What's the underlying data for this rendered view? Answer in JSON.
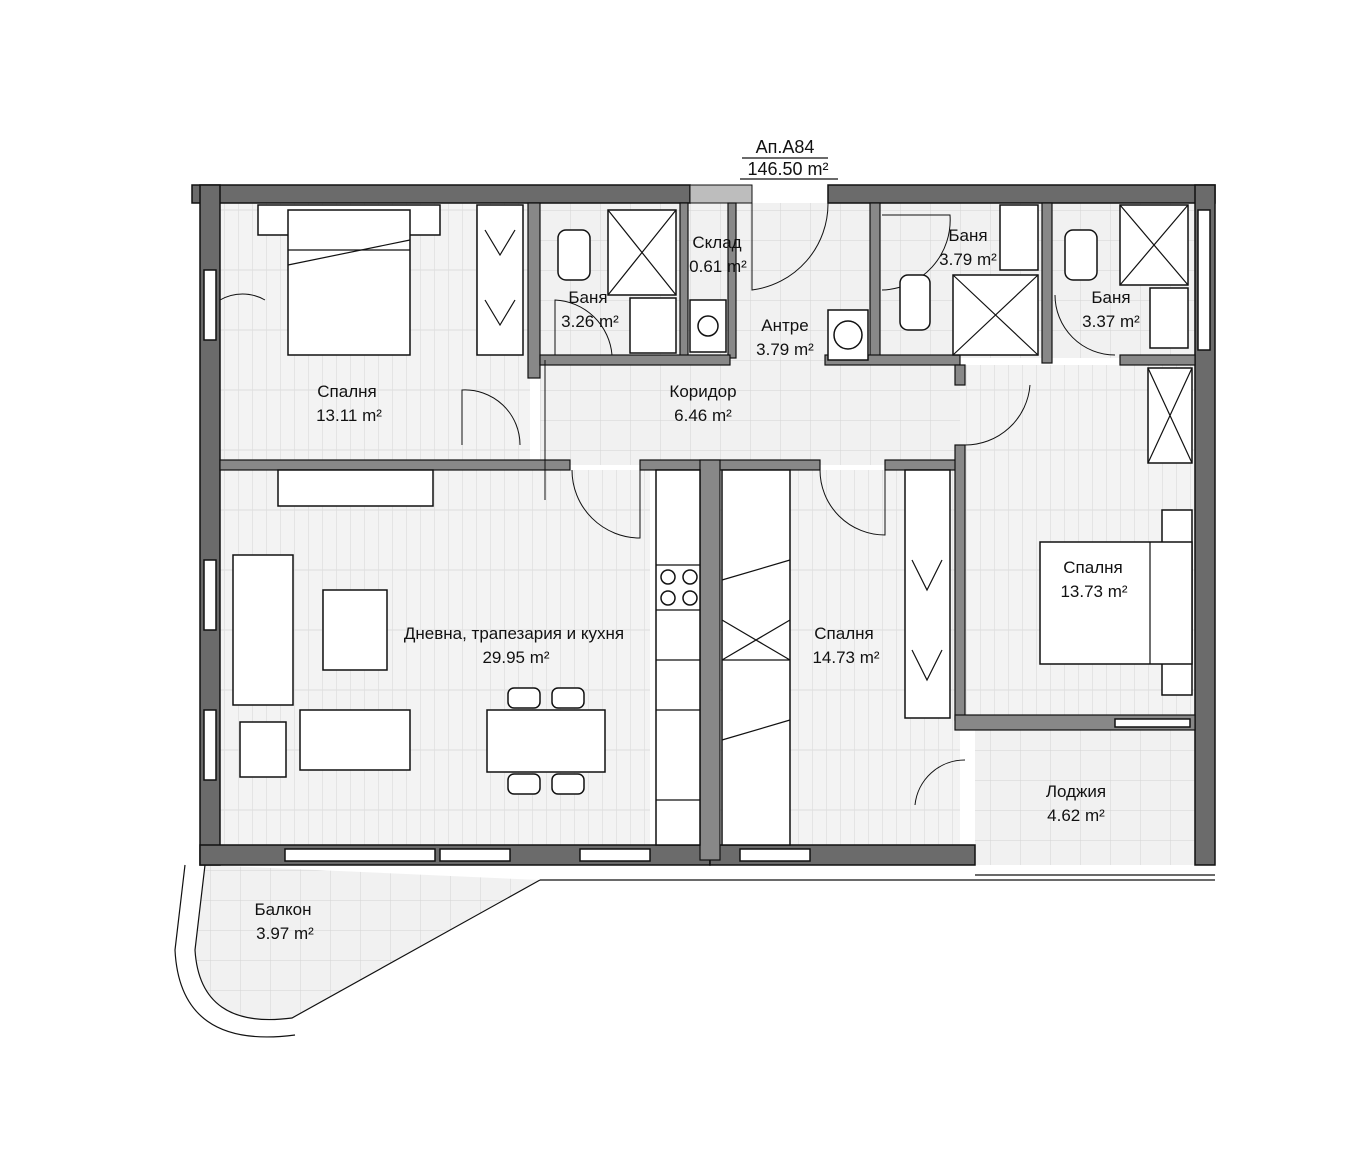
{
  "apartment": {
    "name": "Ап.А84",
    "total_area": "146.50 m²"
  },
  "rooms": [
    {
      "id": "bedroom-1",
      "name": "Спалня",
      "area": "13.11 m²"
    },
    {
      "id": "bath-1",
      "name": "Баня",
      "area": "3.26 m²"
    },
    {
      "id": "storage",
      "name": "Склад",
      "area": "0.61 m²"
    },
    {
      "id": "entrance",
      "name": "Антре",
      "area": "3.79 m²"
    },
    {
      "id": "bath-2",
      "name": "Баня",
      "area": "3.79 m²"
    },
    {
      "id": "bath-3",
      "name": "Баня",
      "area": "3.37 m²"
    },
    {
      "id": "corridor",
      "name": "Коридор",
      "area": "6.46 m²"
    },
    {
      "id": "living",
      "name": "Дневна, трапезария и кухня",
      "area": "29.95 m²"
    },
    {
      "id": "bedroom-2",
      "name": "Спалня",
      "area": "14.73 m²"
    },
    {
      "id": "bedroom-3",
      "name": "Спалня",
      "area": "13.73 m²"
    },
    {
      "id": "loggia",
      "name": "Лоджия",
      "area": "4.62 m²"
    },
    {
      "id": "balcony",
      "name": "Балкон",
      "area": "3.97 m²"
    }
  ],
  "colors": {
    "wall": "#6b6b6b",
    "floor": "#f2f2f2",
    "line": "#111111"
  }
}
